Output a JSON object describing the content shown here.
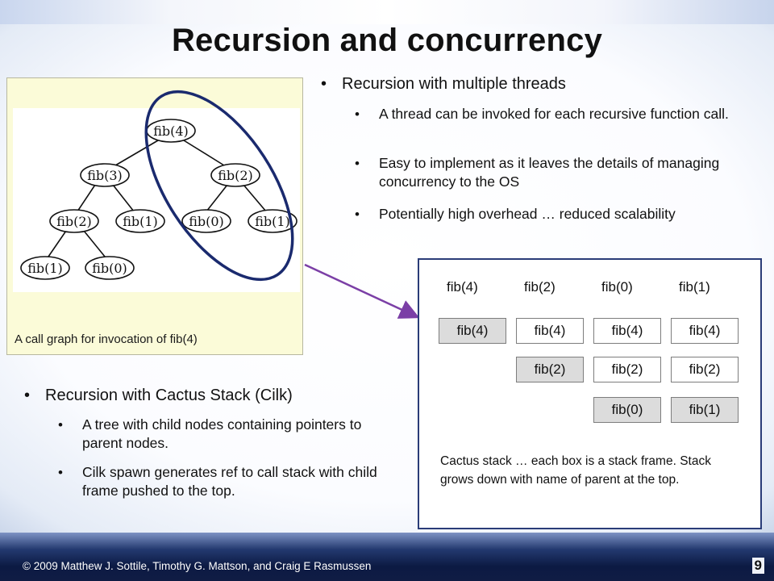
{
  "slide": {
    "title": "Recursion and concurrency",
    "page_number": "9",
    "footer": "© 2009 Matthew J. Sottile, Timothy G. Mattson, and Craig E Rasmussen"
  },
  "figure": {
    "caption": "A call graph for invocation of fib(4)",
    "nodes": {
      "root": "fib(4)",
      "l1_left": "fib(3)",
      "l1_right": "fib(2)",
      "l2_a": "fib(2)",
      "l2_b": "fib(1)",
      "l2_c": "fib(0)",
      "l2_d": "fib(1)",
      "l3_a": "fib(1)",
      "l3_b": "fib(0)"
    },
    "highlight_color": "#1a2a6e",
    "arrow_color": "#7b3fa6"
  },
  "bullets_top": {
    "heading": "Recursion with multiple threads",
    "items": [
      "A thread can be invoked for each recursive function call.",
      "Easy to implement as it leaves the details of managing concurrency to the OS",
      "Potentially high overhead … reduced scalability"
    ]
  },
  "bullets_bottom": {
    "heading": "Recursion with Cactus Stack (Cilk)",
    "items": [
      "A tree with child nodes containing pointers to parent nodes.",
      "Cilk spawn generates ref to call stack with child frame pushed to the top."
    ]
  },
  "cactus": {
    "headers": [
      "fib(4)",
      "fib(2)",
      "fib(0)",
      "fib(1)"
    ],
    "columns": [
      [
        "fib(4)"
      ],
      [
        "fib(4)",
        "fib(2)"
      ],
      [
        "fib(4)",
        "fib(2)",
        "fib(0)"
      ],
      [
        "fib(4)",
        "fib(2)",
        "fib(1)"
      ]
    ],
    "caption": "Cactus stack … each box is a stack frame.   Stack grows down with name of parent at the top.",
    "frame_gray": "#dcdcdc",
    "border_color": "#2a3c78"
  }
}
